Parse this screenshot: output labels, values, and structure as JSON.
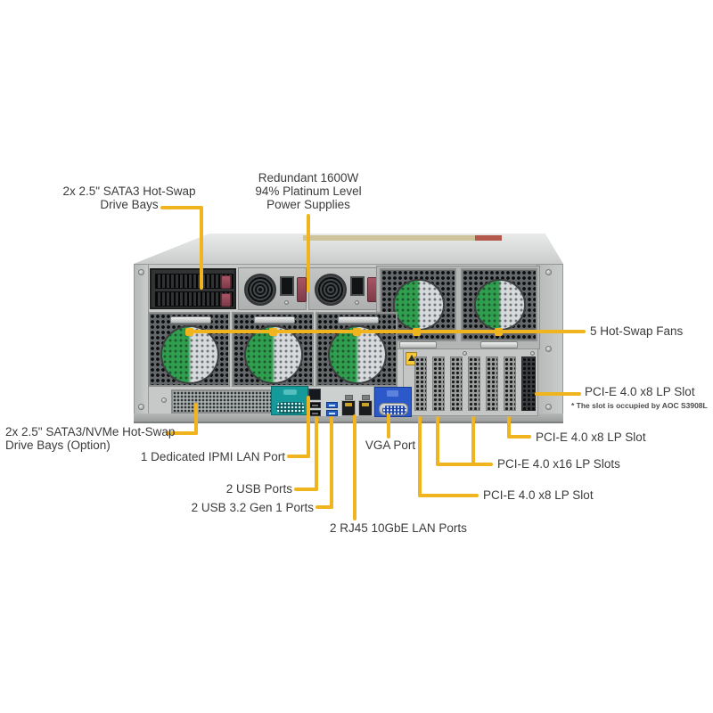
{
  "colors": {
    "callout_accent": "#F0B41E",
    "fan_hub_green": "#2F9E4E",
    "expansion_card_teal": "#149A9B",
    "vga_bracket_blue": "#2B59C9",
    "usb32_blue": "#1F5EC4",
    "chassis_gray": "#C6C9C8"
  },
  "callouts": {
    "drive_bays_top": {
      "lines": [
        "2x 2.5\" SATA3 Hot-Swap",
        "Drive Bays"
      ]
    },
    "power_supplies": {
      "lines": [
        "Redundant 1600W",
        "94% Platinum Level",
        "Power Supplies"
      ]
    },
    "fans": {
      "label": "5 Hot-Swap Fans"
    },
    "pcie_slot_occupied": {
      "label": "PCI-E 4.0 x8 LP Slot",
      "note": "* The slot is occupied by AOC S3908L"
    },
    "pcie_slot_x8_upper": {
      "label": "PCI-E 4.0 x8 LP Slot"
    },
    "pcie_slots_x16": {
      "label": "PCI-E 4.0 x16 LP Slots"
    },
    "pcie_slot_x8_lower": {
      "label": "PCI-E 4.0 x8 LP Slot"
    },
    "vga_port": {
      "label": "VGA Port"
    },
    "lan_ports": {
      "label": "2 RJ45 10GbE LAN Ports"
    },
    "usb32_ports": {
      "label": "2 USB 3.2 Gen 1 Ports"
    },
    "usb_ports": {
      "label": "2 USB Ports"
    },
    "ipmi_port": {
      "label": "1 Dedicated IPMI LAN Port"
    },
    "drive_bays_option": {
      "lines": [
        "2x 2.5\" SATA3/NVMe Hot-Swap",
        "Drive Bays (Option)"
      ]
    }
  }
}
